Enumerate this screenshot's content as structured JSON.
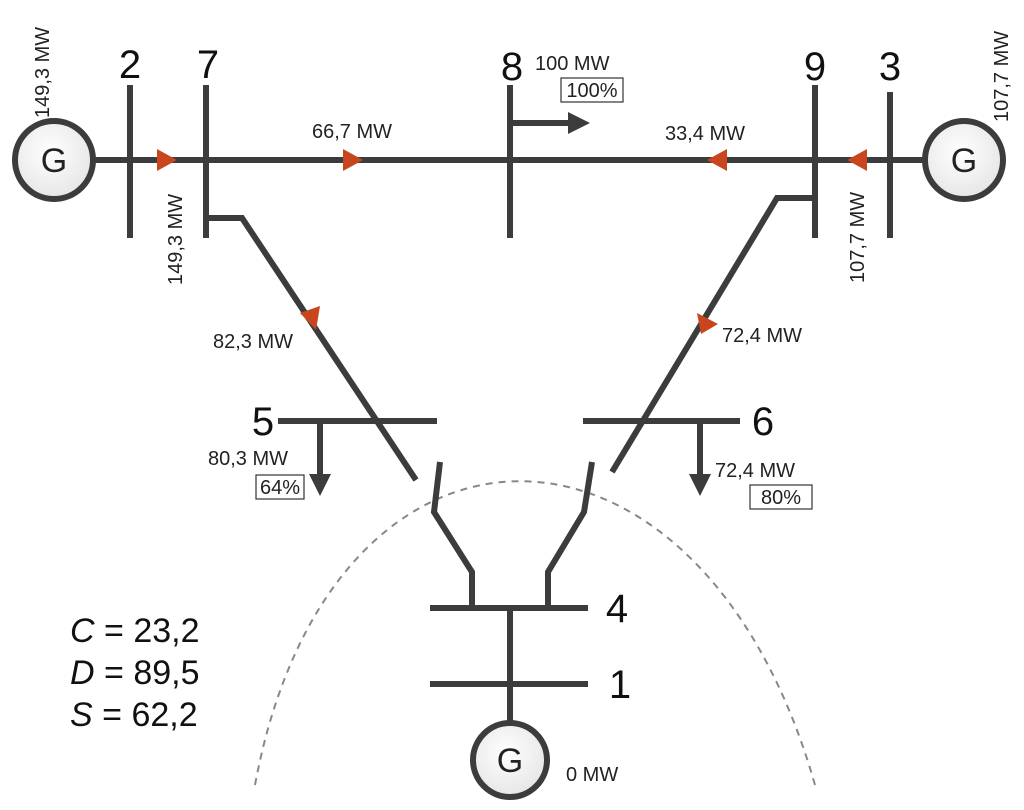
{
  "buses": {
    "b1": "1",
    "b2": "2",
    "b3": "3",
    "b4": "4",
    "b5": "5",
    "b6": "6",
    "b7": "7",
    "b8": "8",
    "b9": "9"
  },
  "generators": {
    "g_left": "G",
    "g_right": "G",
    "g_bottom": "G"
  },
  "flows": {
    "gen_left_out": "149,3 MW",
    "line_2_7": "149,3 MW",
    "line_7_8": "66,7 MW",
    "line_9_8": "33,4 MW",
    "gen_right_out": "107,7 MW",
    "line_3_9": "107,7 MW",
    "line_7_5": "82,3 MW",
    "line_9_6": "72,4 MW",
    "gen_bottom_out": "0 MW"
  },
  "loads": {
    "bus8": {
      "value": "100 MW",
      "pct": "100%"
    },
    "bus5": {
      "value": "80,3 MW",
      "pct": "64%"
    },
    "bus6": {
      "value": "72,4 MW",
      "pct": "80%"
    }
  },
  "metrics": {
    "C": {
      "symbol": "C",
      "eq": " = ",
      "value": "23,2"
    },
    "D": {
      "symbol": "D",
      "eq": " = ",
      "value": "89,5"
    },
    "S": {
      "symbol": "S",
      "eq": " = ",
      "value": "62,2"
    }
  },
  "colors": {
    "line": "#3c3c3c",
    "arrow": "#c8461e",
    "boundary": "#888888",
    "generator_fill": "#f2f2f2"
  }
}
